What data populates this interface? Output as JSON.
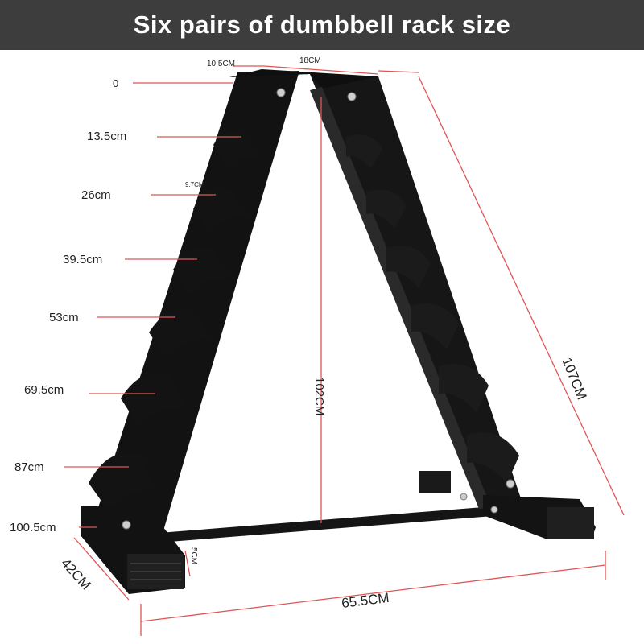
{
  "title": "Six pairs of dumbbell rack size",
  "colors": {
    "title_bar_bg": "#3d3d3d",
    "title_text": "#ffffff",
    "rack": "#111111",
    "dimension_line": "#e05555"
  },
  "dimensions": {
    "top_offset": "10.5CM",
    "top_width": "18CM",
    "saddle_width": "9.7CM",
    "inner_height": "102CM",
    "slant_length": "107CM",
    "base_width": "65.5CM",
    "base_depth": "42CM",
    "foot_height": "5CM"
  },
  "heights": [
    "0",
    "13.5cm",
    "26cm",
    "39.5cm",
    "53cm",
    "69.5cm",
    "87cm",
    "100.5cm"
  ]
}
